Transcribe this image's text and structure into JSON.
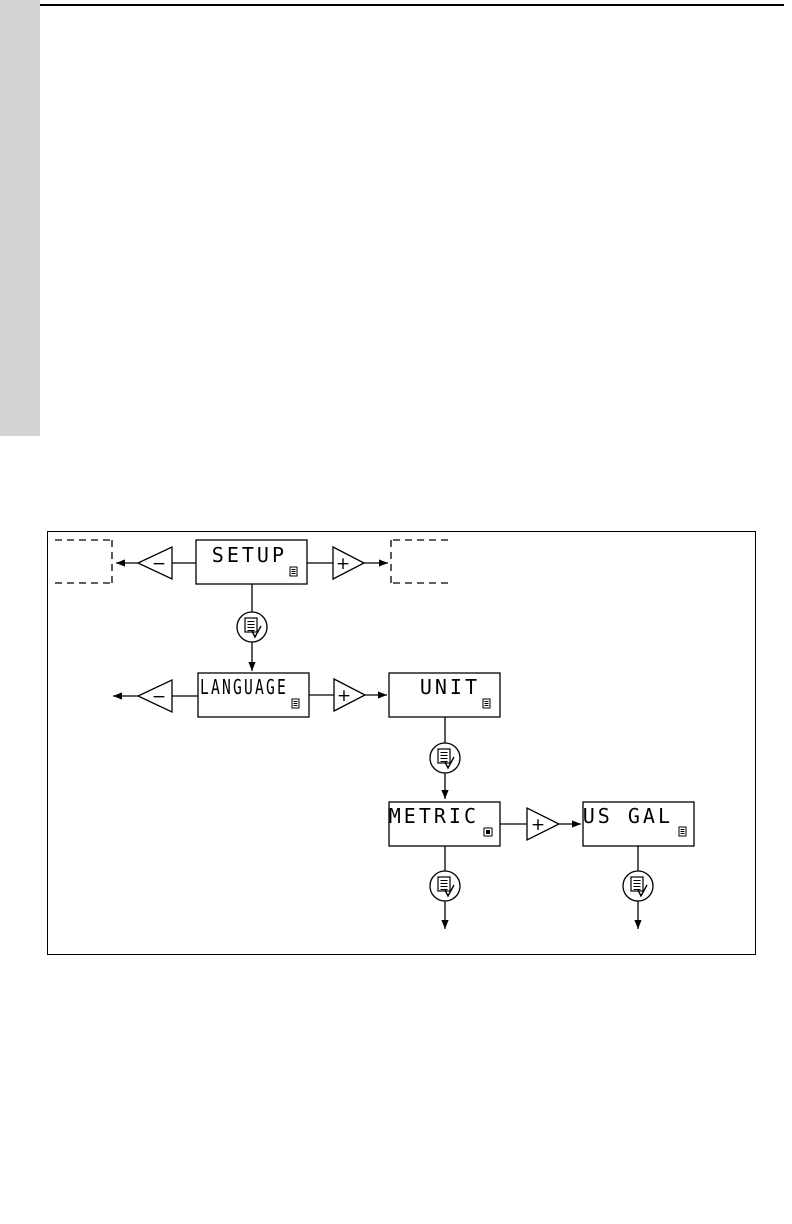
{
  "page": {
    "side_tab_color": "#d3d3d3"
  },
  "diagram": {
    "displays": {
      "setup": "SETUP",
      "language": "LANGUAGE",
      "unit": "UNIT",
      "metric": "METRIC",
      "us_gal": "US GAL"
    },
    "buttons": {
      "minus": "−",
      "plus": "+",
      "enter_icon": "menu-enter-icon"
    }
  }
}
